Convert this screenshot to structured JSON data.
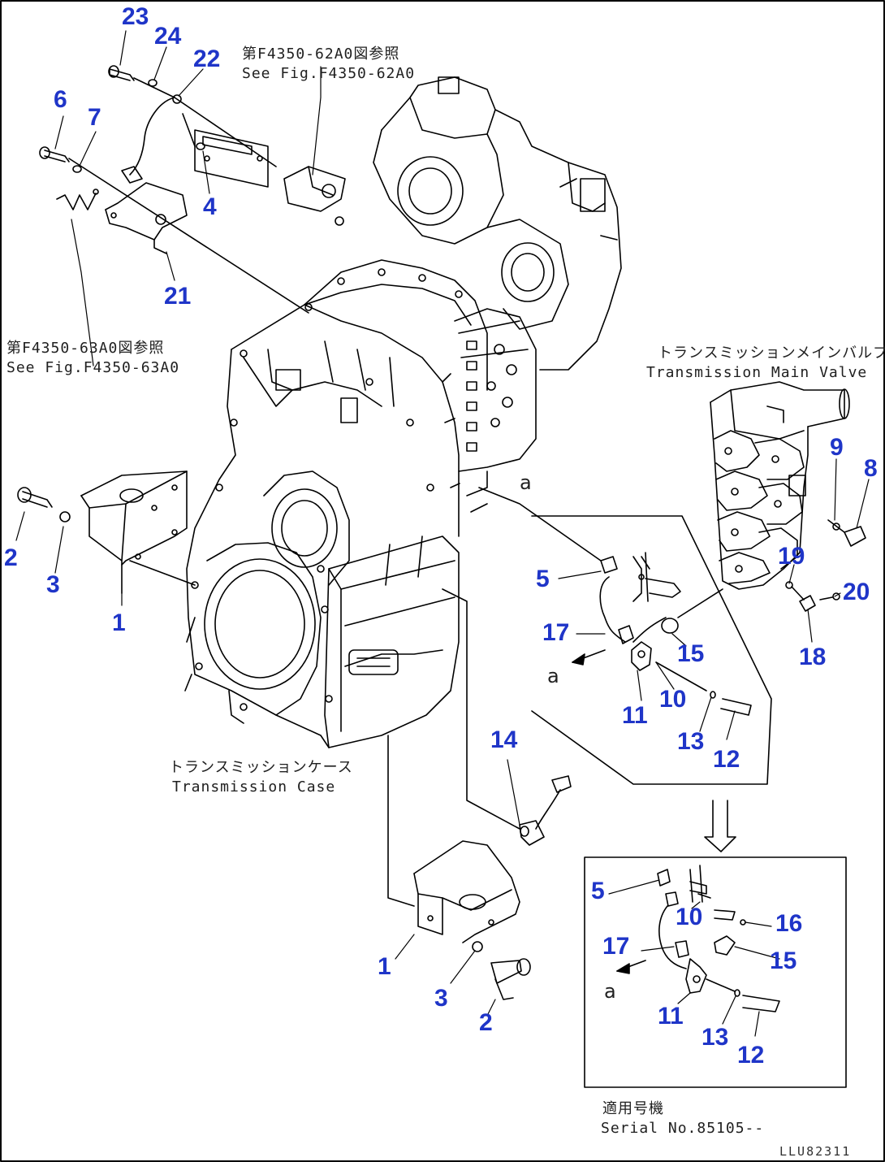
{
  "references": {
    "top_jp": "第F4350-62A0図参照",
    "top_en": "See Fig.F4350-62A0",
    "left_jp": "第F4350-63A0図参照",
    "left_en": "See Fig.F4350-63A0"
  },
  "labels": {
    "main_valve_jp": "トランスミッションメインバルブ",
    "main_valve_en": "Transmission Main Valve",
    "case_jp": "トランスミッションケース",
    "case_en": "Transmission Case",
    "serial_jp": "適用号機",
    "serial_en": "Serial No.85105--"
  },
  "mark_a": "a",
  "drawing_code": "LLU82311",
  "callouts": {
    "c23": "23",
    "c24": "24",
    "c22": "22",
    "c6": "6",
    "c7": "7",
    "c4": "4",
    "c21": "21",
    "c2a": "2",
    "c3a": "3",
    "c1a": "1",
    "c9": "9",
    "c8": "8",
    "c19": "19",
    "c20": "20",
    "c18": "18",
    "c5a": "5",
    "c17a": "17",
    "c15a": "15",
    "c10a": "10",
    "c11a": "11",
    "c13a": "13",
    "c12a": "12",
    "c14": "14",
    "c1b": "1",
    "c3b": "3",
    "c2b": "2",
    "c5b": "5",
    "c10b": "10",
    "c16": "16",
    "c17b": "17",
    "c15b": "15",
    "c11b": "11",
    "c13b": "13",
    "c12b": "12"
  },
  "colors": {
    "callout": "#1f35c8",
    "line": "#000000",
    "background": "#ffffff"
  }
}
